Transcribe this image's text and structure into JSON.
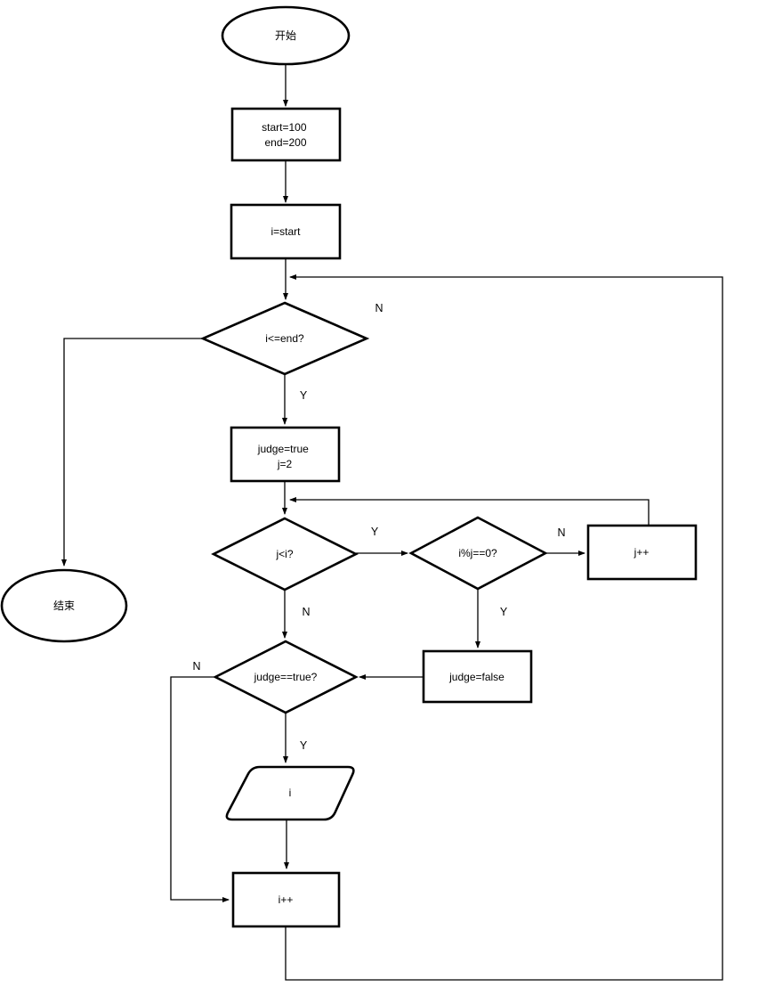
{
  "canvas": {
    "background": "#ffffff",
    "stroke_color": "#000000",
    "text_color": "#000000"
  },
  "nodes": {
    "start": {
      "type": "terminator",
      "label": "开始"
    },
    "init": {
      "type": "process",
      "lines": [
        "start=100",
        "end=200"
      ]
    },
    "assign_i": {
      "type": "process",
      "label": "i=start"
    },
    "cond_range": {
      "type": "decision",
      "label": "i<=end?"
    },
    "init_judge": {
      "type": "process",
      "lines": [
        "judge=true",
        "j=2"
      ]
    },
    "cond_j_lt_i": {
      "type": "decision",
      "label": "j<i?"
    },
    "cond_mod": {
      "type": "decision",
      "label": "i%j==0?"
    },
    "inc_j": {
      "type": "process",
      "label": "j++"
    },
    "set_judge_false": {
      "type": "process",
      "label": "judge=false"
    },
    "cond_judge": {
      "type": "decision",
      "label": "judge==true?"
    },
    "output_i": {
      "type": "input-output",
      "label": "i"
    },
    "inc_i": {
      "type": "process",
      "label": "i++"
    },
    "end": {
      "type": "terminator",
      "label": "结束"
    }
  },
  "edge_labels": {
    "range_no": "N",
    "range_yes": "Y",
    "j_lt_i_yes": "Y",
    "j_lt_i_no": "N",
    "mod_no": "N",
    "mod_yes": "Y",
    "judge_no": "N",
    "judge_yes": "Y"
  }
}
